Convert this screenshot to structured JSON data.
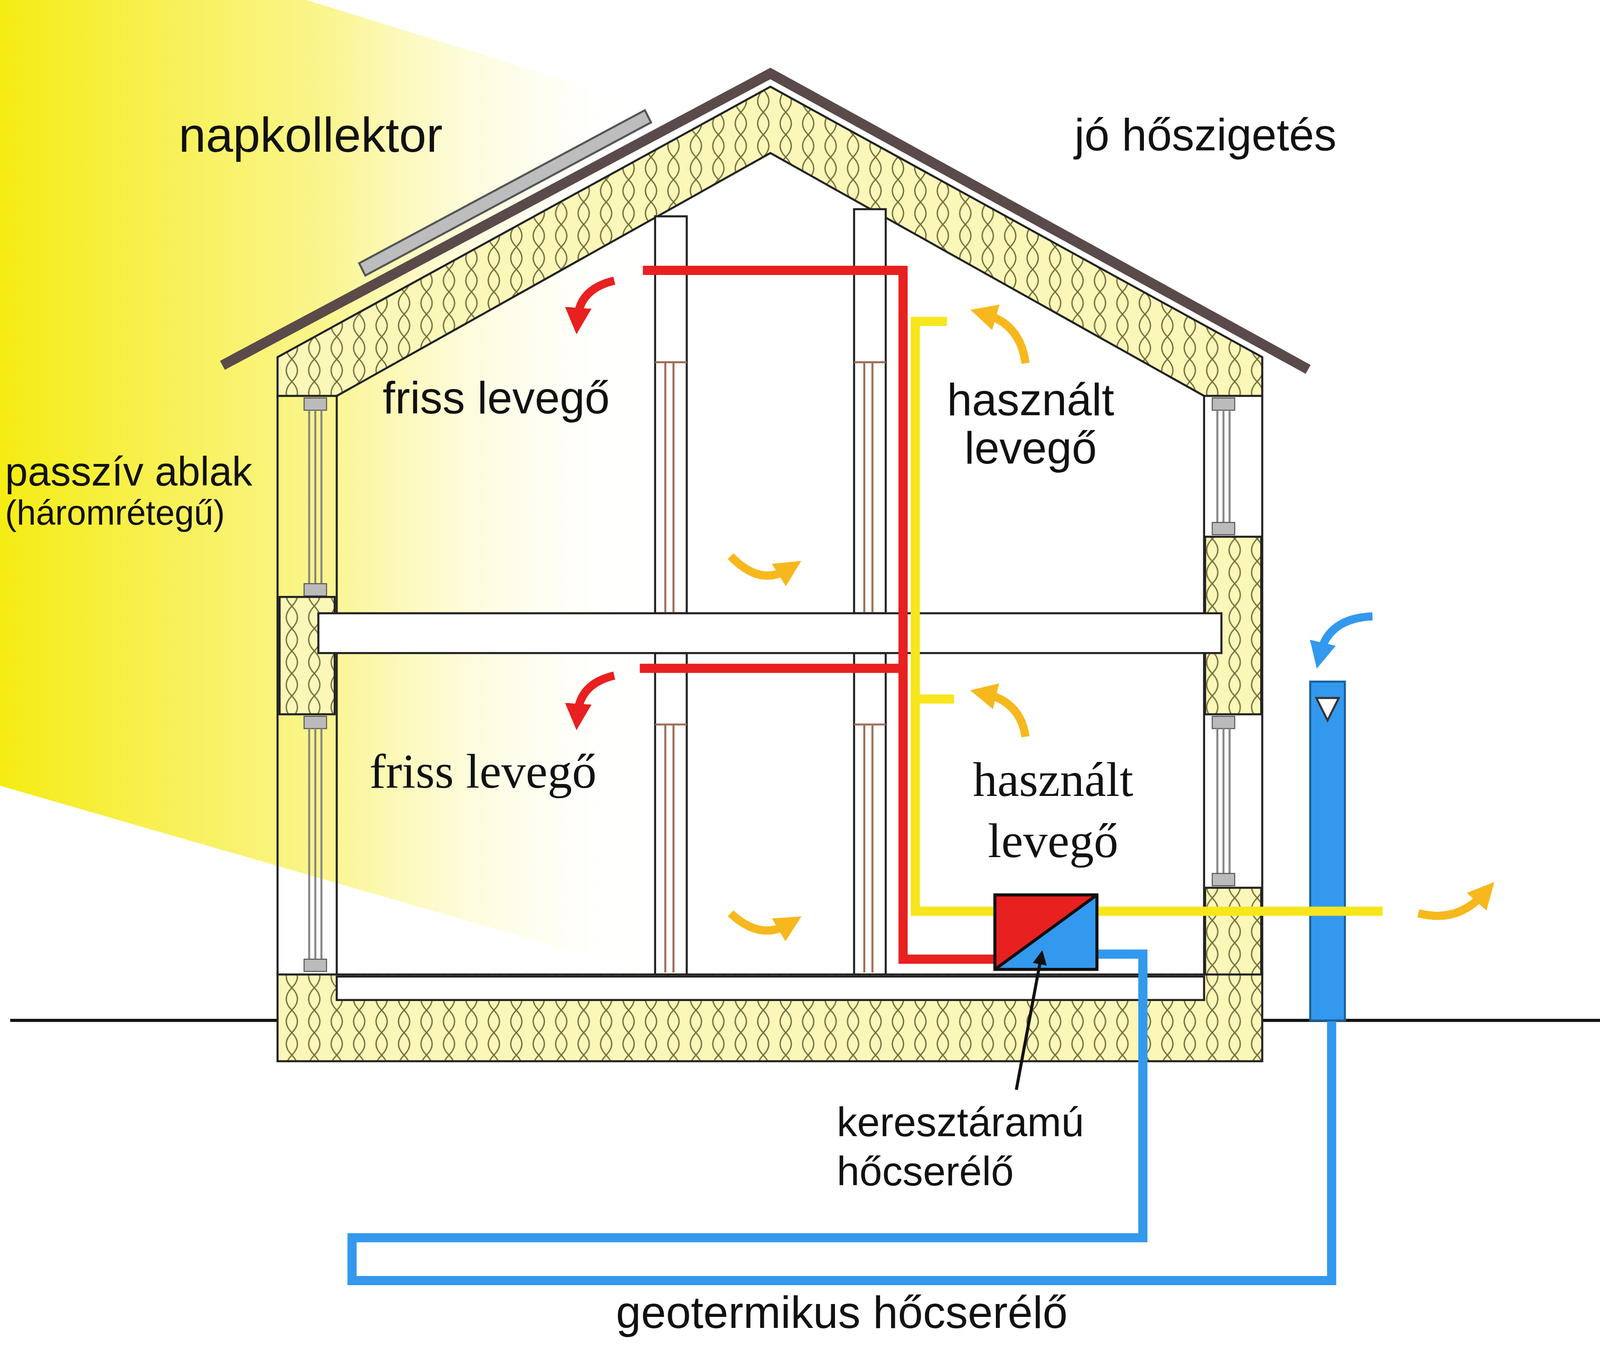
{
  "diagram": {
    "labels": [
      "napkollektor",
      "jó hőszigetés",
      "passzív ablak",
      "(háromrétegű)",
      "friss levegő",
      "használt levegő",
      "friss levegő",
      "használt levegő",
      "keresztáramú hőcserélő",
      "geotermikus hőcserélő"
    ]
  }
}
